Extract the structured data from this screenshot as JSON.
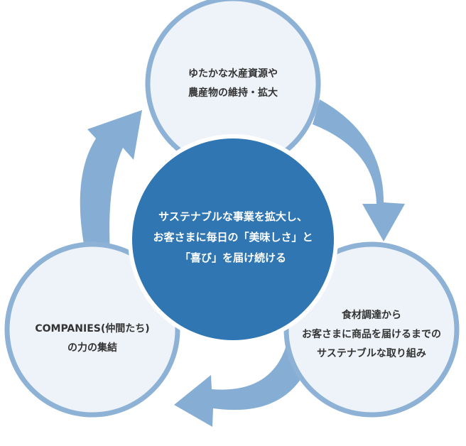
{
  "colors": {
    "circle_fill": "#eef3f9",
    "circle_stroke": "#8eb2d6",
    "arrow": "#86aed4",
    "center_fill": "#2f76b2",
    "center_stroke": "#ffffff",
    "text": "#333333",
    "center_text": "#ffffff"
  },
  "center": {
    "lines": [
      "サステナブルな事業を拡大し、",
      "お客さまに毎日の「美味しさ」と",
      "「喜び」を届け続ける"
    ]
  },
  "nodes": {
    "top": {
      "lines": [
        "ゆたかな水産資源や",
        "農産物の維持・拡大"
      ]
    },
    "right": {
      "lines": [
        "食材調達から",
        "お客さまに商品を届けるまでの",
        "サステナブルな取り組み"
      ]
    },
    "left": {
      "lines": [
        "COMPANIES(仲間たち)",
        "の力の集結"
      ]
    }
  }
}
